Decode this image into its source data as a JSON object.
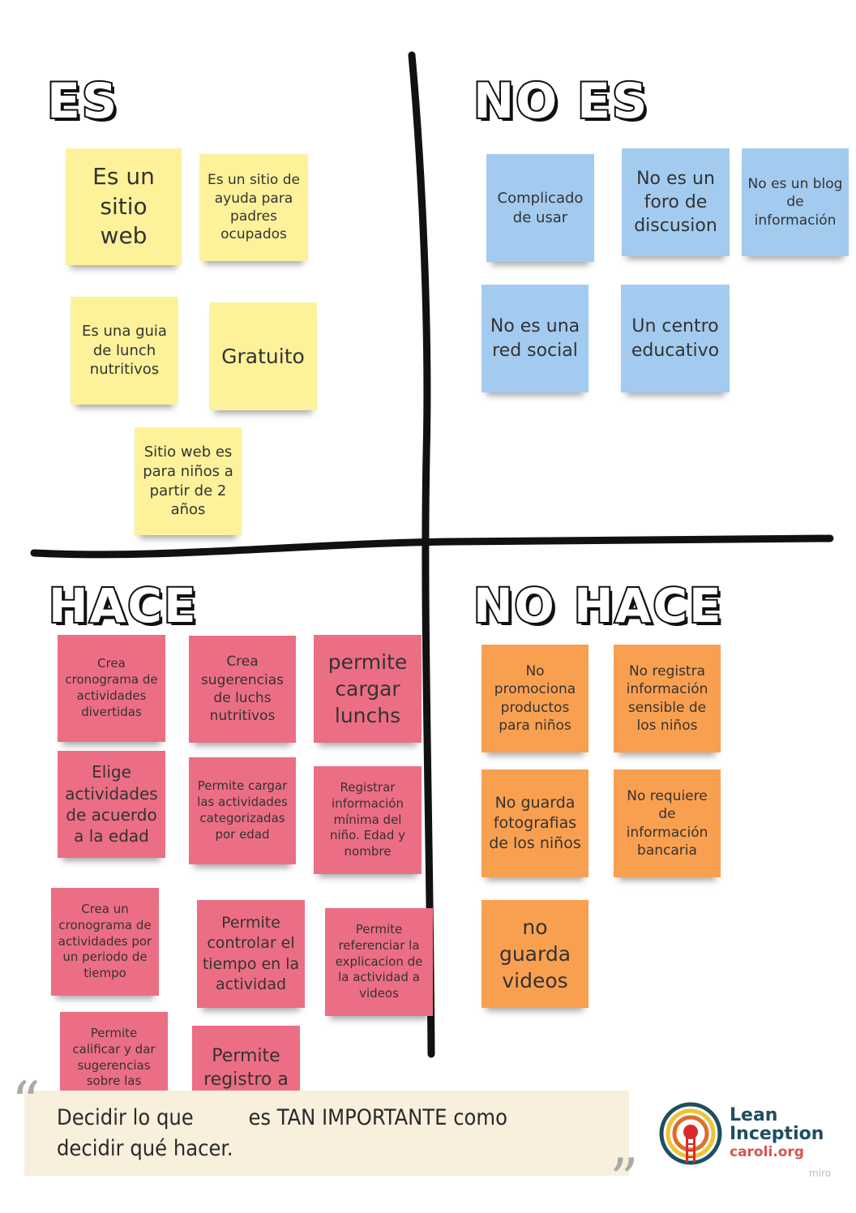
{
  "quadrants": {
    "es": "ES",
    "no_es": "NO ES",
    "hace": "HACE",
    "no_hace": "NO HACE"
  },
  "es_notes": [
    "Es un sitio web",
    "Es un sitio de ayuda para padres ocupados",
    "Es una guia de lunch nutritivos",
    "Gratuito",
    "Sitio web es para niños a partir de 2 años"
  ],
  "no_es_notes": [
    "Complicado de usar",
    "No es un foro de discusion",
    "No es un blog de información",
    "No es una red social",
    "Un centro educativo"
  ],
  "hace_notes": [
    "Crea cronograma de actividades divertidas",
    "Crea sugerencias de luchs nutritivos",
    "permite cargar lunchs",
    "Elige actividades de acuerdo a la edad",
    "Permite cargar las actividades categorizadas por edad",
    "Registrar información mínima del niño. Edad y nombre",
    "Crea un cronograma de actividades por un periodo de tiempo",
    "Permite controlar el tiempo en la actividad",
    "Permite referenciar la explicacion de la actividad a videos",
    "Permite calificar y dar sugerencias sobre las actividades",
    "Permite registro a los padres"
  ],
  "no_hace_notes": [
    "No promociona productos para niños",
    "No registra información sensible de los niños",
    "No guarda fotografias de los niños",
    "No requiere de información bancaria",
    "no guarda videos"
  ],
  "quote": {
    "line1_start": "Decidir lo que",
    "line1_end": "es TAN IMPORTANTE como",
    "line2": "decidir qué hacer."
  },
  "logo": {
    "line1": "Lean",
    "line2": "Inception",
    "line3": "caroli.org"
  },
  "watermark": "miro",
  "colors": {
    "yellow": "#fdf29a",
    "blue": "#a3cbf0",
    "pink": "#ec6e84",
    "orange": "#f9a050"
  }
}
